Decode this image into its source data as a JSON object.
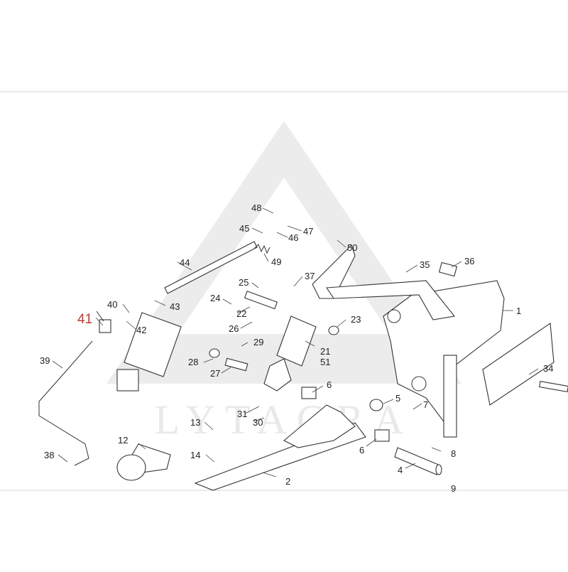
{
  "watermark": {
    "text": "LYTAGRA"
  },
  "highlight": {
    "number": "41",
    "color": "#c0392b"
  },
  "callouts": {
    "c1": "1",
    "c2": "2",
    "c4": "4",
    "c5": "5",
    "c6a": "6",
    "c6b": "6",
    "c7": "7",
    "c8": "8",
    "c9": "9",
    "c12": "12",
    "c13": "13",
    "c14": "14",
    "c21": "21",
    "c22": "22",
    "c23": "23",
    "c24": "24",
    "c25": "25",
    "c26": "26",
    "c27": "27",
    "c28": "28",
    "c29": "29",
    "c30": "30",
    "c31": "31",
    "c34": "34",
    "c35": "35",
    "c36": "36",
    "c37": "37",
    "c38": "38",
    "c39": "39",
    "c40": "40",
    "c42": "42",
    "c43": "43",
    "c44": "44",
    "c45": "45",
    "c46": "46",
    "c47": "47",
    "c48": "48",
    "c49": "49",
    "c50": "50",
    "c51": "51"
  }
}
